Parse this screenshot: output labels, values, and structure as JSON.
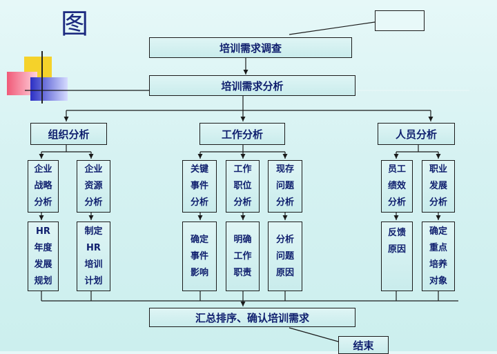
{
  "title_char": "图",
  "colors": {
    "box_text": "#0f1f6e",
    "line": "#1a1a1a",
    "bg": "#d6f2f2"
  },
  "nodes": {
    "survey": "培训需求调查",
    "analysis": "培训需求分析",
    "org": "组织分析",
    "work": "工作分析",
    "person": "人员分析",
    "summary": "汇总排序、确认培训需求",
    "end": "结束",
    "org_strategy": [
      "企业",
      "战略",
      "分析"
    ],
    "org_resource": [
      "企业",
      "资源",
      "分析"
    ],
    "work_key": [
      "关键",
      "事件",
      "分析"
    ],
    "work_post": [
      "工作",
      "职位",
      "分析"
    ],
    "work_problem": [
      "现存",
      "问题",
      "分析"
    ],
    "person_perf": [
      "员工",
      "绩效",
      "分析"
    ],
    "person_career": [
      "职业",
      "发展",
      "分析"
    ],
    "org_hr": [
      "HR",
      "年度",
      "发展",
      "规划"
    ],
    "org_plan": [
      "制定",
      "HR",
      "培训",
      "计划"
    ],
    "work_impact": [
      "确定",
      "事件",
      "影响"
    ],
    "work_duty": [
      "明确",
      "工作",
      "职责"
    ],
    "work_cause": [
      "分析",
      "问题",
      "原因"
    ],
    "person_feedback": [
      "反馈",
      "原因"
    ],
    "person_target": [
      "确定",
      "重点",
      "培养",
      "对象"
    ]
  }
}
